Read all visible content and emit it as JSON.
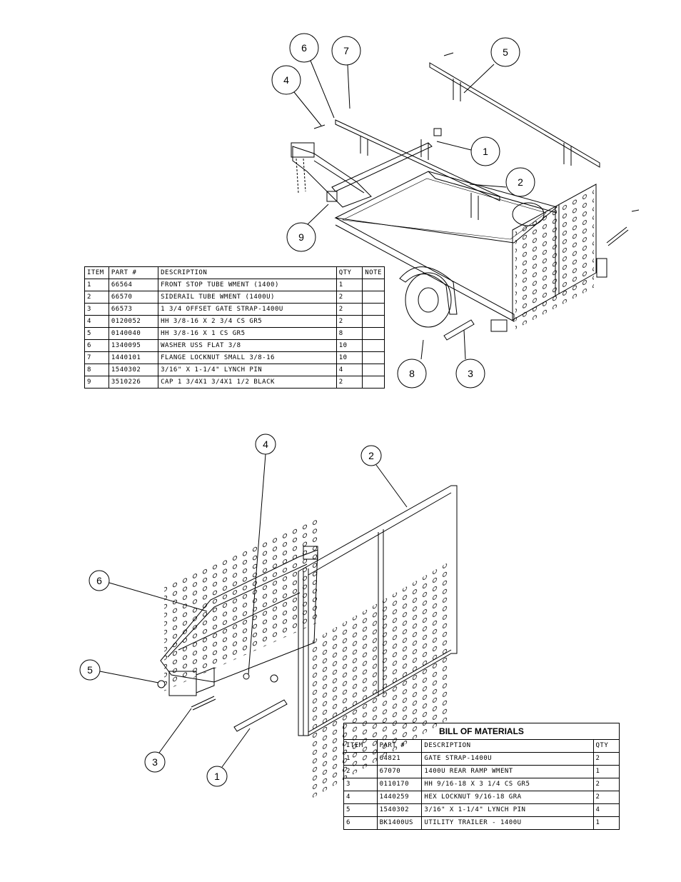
{
  "assembly_1": {
    "balloons": [
      "1",
      "2",
      "3",
      "4",
      "5",
      "6",
      "7",
      "8",
      "9"
    ],
    "bom": {
      "headers": [
        "ITEM",
        "PART #",
        "DESCRIPTION",
        "QTY",
        "NOTE"
      ],
      "rows": [
        [
          "1",
          "66564",
          "FRONT STOP TUBE WMENT (1400)",
          "1",
          ""
        ],
        [
          "2",
          "66570",
          "SIDERAIL TUBE WMENT (1400U)",
          "2",
          ""
        ],
        [
          "3",
          "66573",
          "1 3/4 OFFSET GATE STRAP-1400U",
          "2",
          ""
        ],
        [
          "4",
          "0120052",
          "HH 3/8-16 X 2 3/4 CS GR5",
          "2",
          ""
        ],
        [
          "5",
          "0140040",
          "HH 3/8-16 X 1 CS GR5",
          "8",
          ""
        ],
        [
          "6",
          "1340095",
          "WASHER USS FLAT 3/8",
          "10",
          ""
        ],
        [
          "7",
          "1440101",
          "FLANGE LOCKNUT SMALL 3/8-16",
          "10",
          ""
        ],
        [
          "8",
          "1540302",
          "3/16\" X 1-1/4\" LYNCH PIN",
          "4",
          ""
        ],
        [
          "9",
          "3510226",
          "CAP 1 3/4X1 3/4X1 1/2 BLACK",
          "2",
          ""
        ]
      ]
    }
  },
  "assembly_2": {
    "balloons": [
      "1",
      "2",
      "3",
      "4",
      "5",
      "6"
    ],
    "bom": {
      "title": "BILL OF MATERIALS",
      "headers": [
        "ITEM",
        "PART #",
        "DESCRIPTION",
        "QTY"
      ],
      "rows": [
        [
          "1",
          "64821",
          "GATE STRAP-1400U",
          "2"
        ],
        [
          "2",
          "67070",
          "1400U REAR RAMP WMENT",
          "1"
        ],
        [
          "3",
          "0110170",
          "HH 9/16-18 X 3 1/4 CS GR5",
          "2"
        ],
        [
          "4",
          "1440259",
          "HEX LOCKNUT 9/16-18 GRA",
          "2"
        ],
        [
          "5",
          "1540302",
          "3/16\" X 1-1/4\" LYNCH PIN",
          "4"
        ],
        [
          "6",
          "BK1400US",
          "UTILITY TRAILER - 1400U",
          "1"
        ]
      ]
    }
  }
}
